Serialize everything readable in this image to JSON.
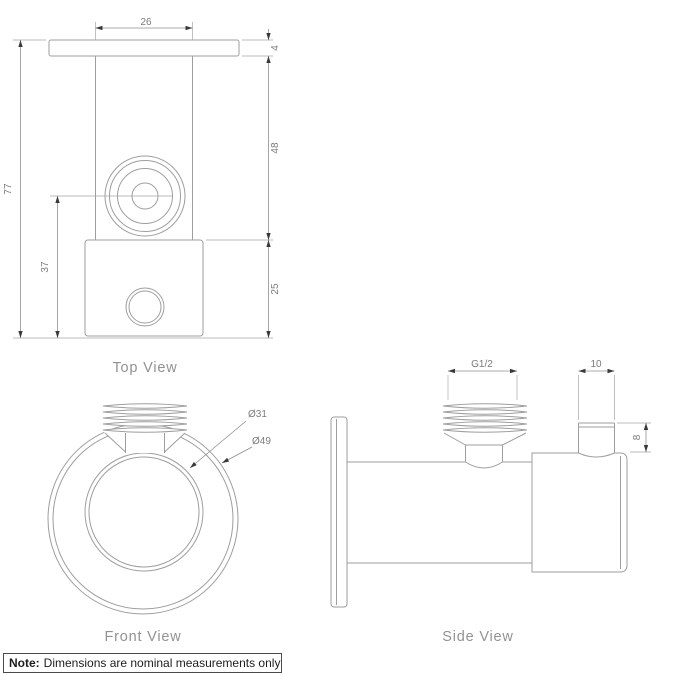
{
  "views": {
    "top": {
      "caption": "Top View",
      "dims": {
        "plate_width": "26",
        "plate_thickness": "4",
        "body_upper_height": "48",
        "body_lower_height": "25",
        "total_height": "77",
        "spout_center_height": "37"
      }
    },
    "front": {
      "caption": "Front View",
      "dims": {
        "inner_diameter": "Ø31",
        "flange_diameter": "Ø49"
      }
    },
    "side": {
      "caption": "Side View",
      "dims": {
        "thread_size": "G1/2",
        "spout_diameter": "10",
        "spout_length": "8"
      }
    }
  },
  "note": {
    "label": "Note:",
    "text": "Dimensions are nominal measurements only"
  },
  "colors": {
    "background": "#ffffff",
    "drawing_line": "#9e9e9e",
    "dimension_line": "#8f8f8f",
    "dimension_text": "#7b7b7b",
    "caption_text": "#929292",
    "arrow": "#3a3a3a",
    "note_text": "#1c1c1c",
    "note_border": "#4a4a4a"
  }
}
